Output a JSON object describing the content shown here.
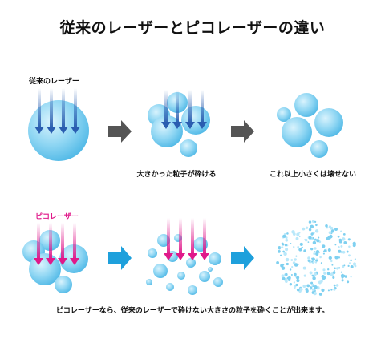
{
  "title": "従来のレーザーとピコレーザーの違い",
  "top_row": {
    "label": "従来のレーザー",
    "caption_middle": "大きかった粒子が砕ける",
    "caption_right": "これ以上小さくは壊せない"
  },
  "bottom_row": {
    "label": "ピコレーザー",
    "caption": "ピコレーザーなら、従来のレーザーで砕けない大きさの粒子を砕くことが出来ます。"
  },
  "colors": {
    "conventional_arrow": "#2a5db0",
    "pico_arrow": "#e0198a",
    "pico_label": "#e0198a",
    "step_arrow_gray": "#555555",
    "step_arrow_blue": "#1ea0dc",
    "particle": "#7fd0f0"
  }
}
